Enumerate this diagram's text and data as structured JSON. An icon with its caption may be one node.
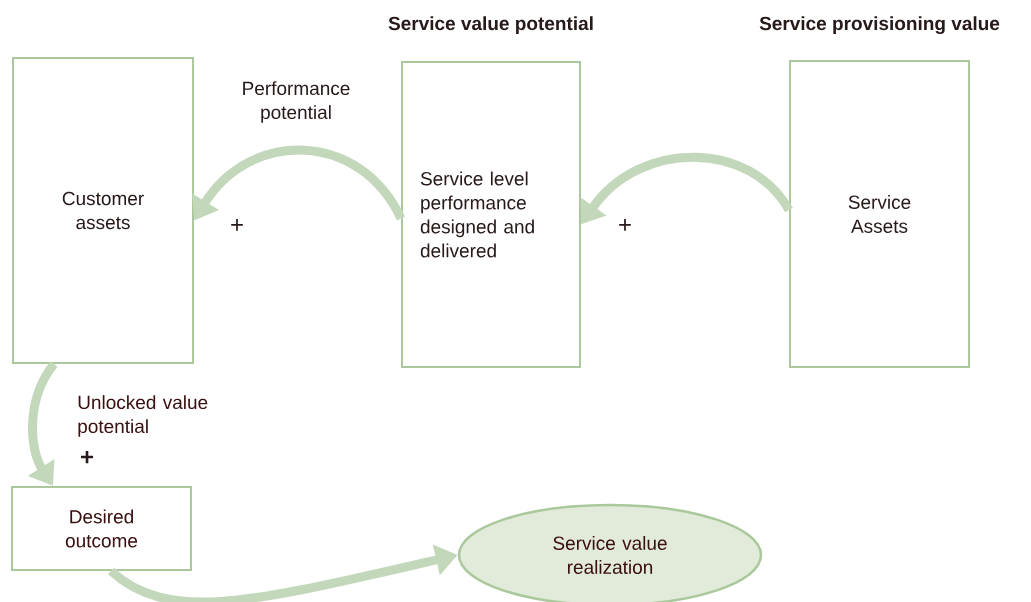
{
  "diagram": {
    "nodes": [
      {
        "text": [
          "Customer assets"
        ]
      },
      {
        "text": [
          "Service value potential",
          "Service level performance designed and delivered"
        ]
      },
      {
        "text": [
          "Service provisioning value",
          "Service Assets"
        ]
      },
      {
        "text": [
          "Desired outcome"
        ]
      },
      {
        "text": [
          "Service value realization"
        ]
      }
    ],
    "edges": [
      {
        "from": 1,
        "to": 0,
        "arrow": "to",
        "label": "Performance potential"
      },
      {
        "from": 2,
        "to": 1,
        "arrow": "to"
      },
      {
        "from": 0,
        "to": 3,
        "arrow": "to",
        "label": "Unlocked value potential"
      },
      {
        "from": 3,
        "to": 4,
        "arrow": "to"
      }
    ],
    "labels": [
      "+",
      "+",
      "+"
    ]
  }
}
